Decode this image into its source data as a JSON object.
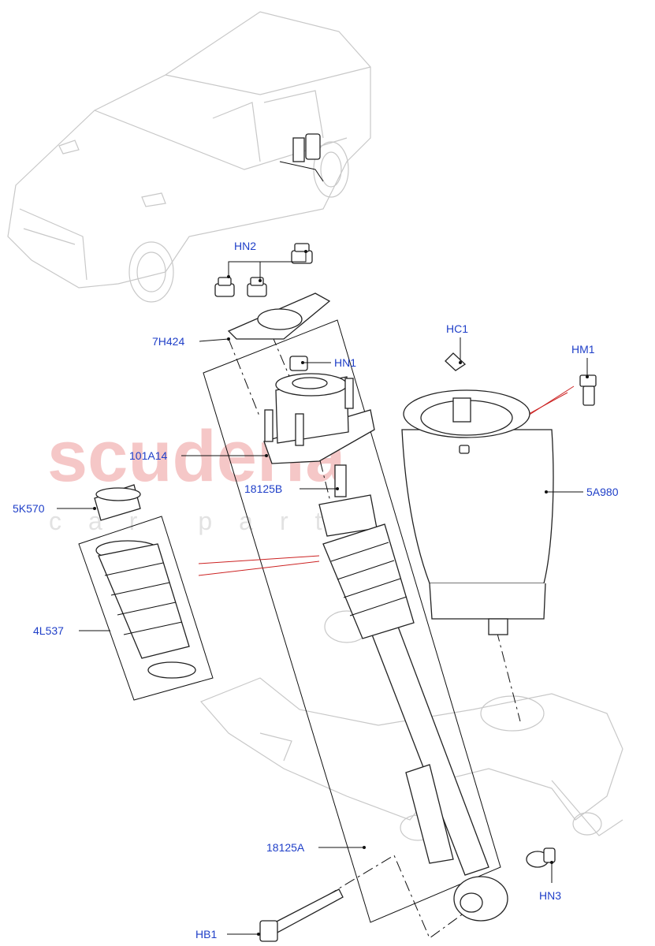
{
  "watermark": {
    "main": "scuderia",
    "sub": "car parts"
  },
  "colors": {
    "label": "#1f3fc8",
    "leader": "#111111",
    "watermark": "#f5c7c7",
    "accent_line": "#cc2222"
  },
  "labels": {
    "hn2": "HN2",
    "7h424": "7H424",
    "hn1": "HN1",
    "hc1": "HC1",
    "hm1": "HM1",
    "101a14": "101A14",
    "18125b": "18125B",
    "5a980": "5A980",
    "5k570": "5K570",
    "4l537": "4L537",
    "18125a": "18125A",
    "hn3": "HN3",
    "hb1": "HB1"
  }
}
